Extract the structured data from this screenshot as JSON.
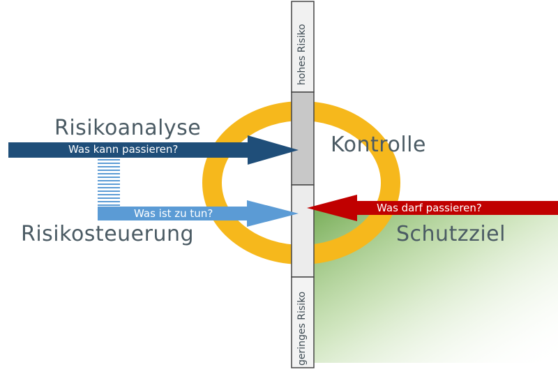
{
  "labels": {
    "risk_analysis": "Risikoanalyse",
    "risk_control": "Risikosteuerung",
    "control": "Kontrolle",
    "protection_goal": "Schutzziel"
  },
  "arrows": {
    "what_can_happen": "Was kann passieren?",
    "what_to_do": "Was ist zu tun?",
    "what_may_happen": "Was darf passieren?"
  },
  "scale": {
    "high": "hohes Risiko",
    "low": "geringes Risiko"
  },
  "colors": {
    "ring": "#f6b81c",
    "analysis_arrow": "#1f4e79",
    "control_arrow": "#5b9bd5",
    "goal_arrow": "#c00000",
    "gradient": "#5f9e3a",
    "text": "#4a5a63"
  }
}
